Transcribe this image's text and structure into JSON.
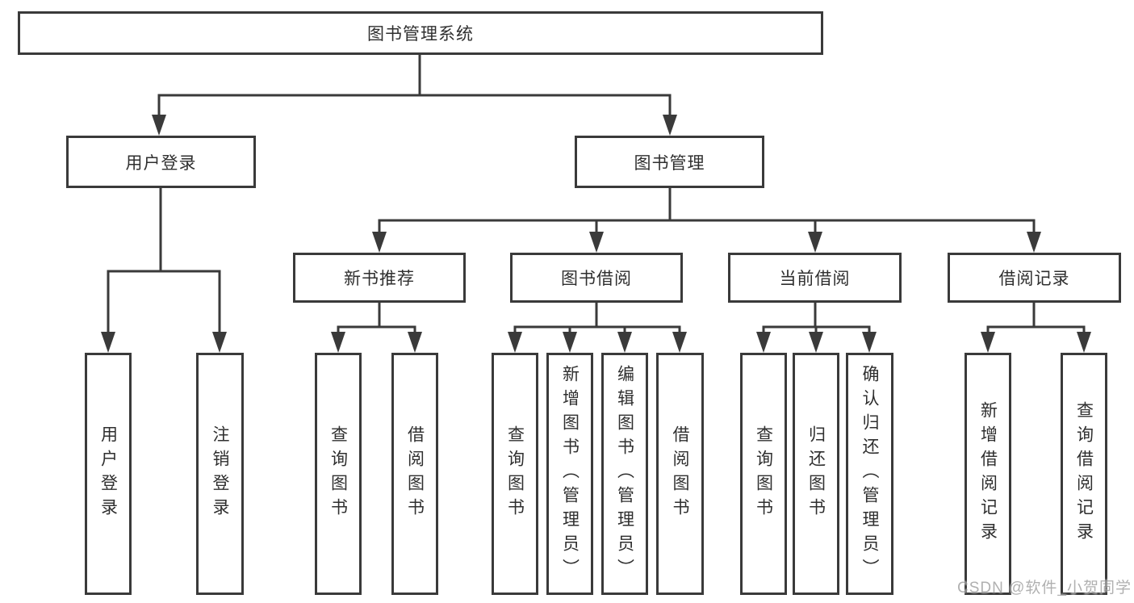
{
  "tree": {
    "label": "图书管理系统",
    "children": [
      {
        "label": "用户登录",
        "children": [
          {
            "label": "用户登录"
          },
          {
            "label": "注销登录"
          }
        ]
      },
      {
        "label": "图书管理",
        "children": [
          {
            "label": "新书推荐",
            "children": [
              {
                "label": "查询图书"
              },
              {
                "label": "借阅图书"
              }
            ]
          },
          {
            "label": "图书借阅",
            "children": [
              {
                "label": "查询图书"
              },
              {
                "label": "新增图书（管理员）"
              },
              {
                "label": "编辑图书（管理员）"
              },
              {
                "label": "借阅图书"
              }
            ]
          },
          {
            "label": "当前借阅",
            "children": [
              {
                "label": "查询图书"
              },
              {
                "label": "归还图书"
              },
              {
                "label": "确认归还（管理员）"
              }
            ]
          },
          {
            "label": "借阅记录",
            "children": [
              {
                "label": "新增借阅记录"
              },
              {
                "label": "查询借阅记录"
              }
            ]
          }
        ]
      }
    ]
  },
  "watermark": "CSDN @软件_小贺同学",
  "colors": {
    "line": "#3a3a3a",
    "box_border": "#3a3a3a",
    "text": "#2f2f2f",
    "watermark": "#9d9d9d",
    "background": "#ffffff"
  }
}
